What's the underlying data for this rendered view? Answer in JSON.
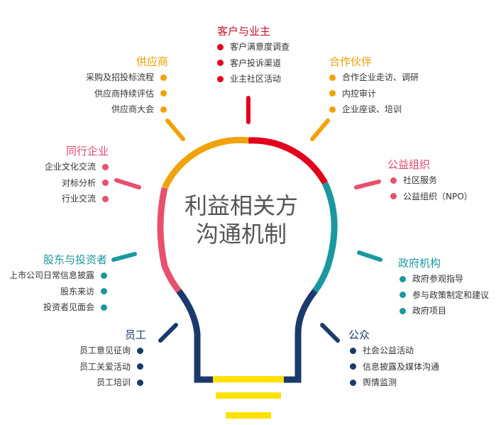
{
  "center_title": [
    "利益相关方",
    "沟通机制"
  ],
  "colors": {
    "red": "#e2001a",
    "orange": "#f0a30a",
    "pink": "#e8506e",
    "teal": "#1a98a0",
    "navy": "#1b3a6b",
    "yellow": "#ffe000"
  },
  "groups": {
    "customers": {
      "title": "客户与业主",
      "color": "#c8102e",
      "dot": "#e2001a",
      "items": [
        "客户满意度调查",
        "客户投诉渠道",
        "业主社区活动"
      ]
    },
    "suppliers": {
      "title": "供应商",
      "color": "#e8a000",
      "dot": "#f0a30a",
      "items": [
        "采购及招投标流程",
        "供应商持续评估",
        "供应商大会"
      ]
    },
    "partners": {
      "title": "合作伙伴",
      "color": "#e8a000",
      "dot": "#f0a30a",
      "items": [
        "合作企业走访、调研",
        "内控审计",
        "企业座谈、培训"
      ]
    },
    "peers": {
      "title": "同行企业",
      "color": "#e0476a",
      "dot": "#e8506e",
      "items": [
        "企业文化交流",
        "对标分析",
        "行业交流"
      ]
    },
    "charity": {
      "title": "公益组织",
      "color": "#e0476a",
      "dot": "#e8506e",
      "items": [
        "社区服务",
        "公益组织（NPO）"
      ]
    },
    "shareholders": {
      "title": "股东与投资者",
      "color": "#1a98a0",
      "dot": "#1a98a0",
      "items": [
        "上市公司日常信息披露",
        "股东来访",
        "投资者见面会"
      ]
    },
    "government": {
      "title": "政府机构",
      "color": "#1a98a0",
      "dot": "#1a98a0",
      "items": [
        "政府参观指导",
        "参与政策制定和建议",
        "政府项目"
      ]
    },
    "employees": {
      "title": "员工",
      "color": "#1b3a6b",
      "dot": "#1b3a6b",
      "items": [
        "员工意见征询",
        "员工关爱活动",
        "员工培训"
      ]
    },
    "public": {
      "title": "公众",
      "color": "#1b3a6b",
      "dot": "#1b3a6b",
      "items": [
        "社会公益活动",
        "信息披露及媒体沟通",
        "舆情监测"
      ]
    }
  }
}
